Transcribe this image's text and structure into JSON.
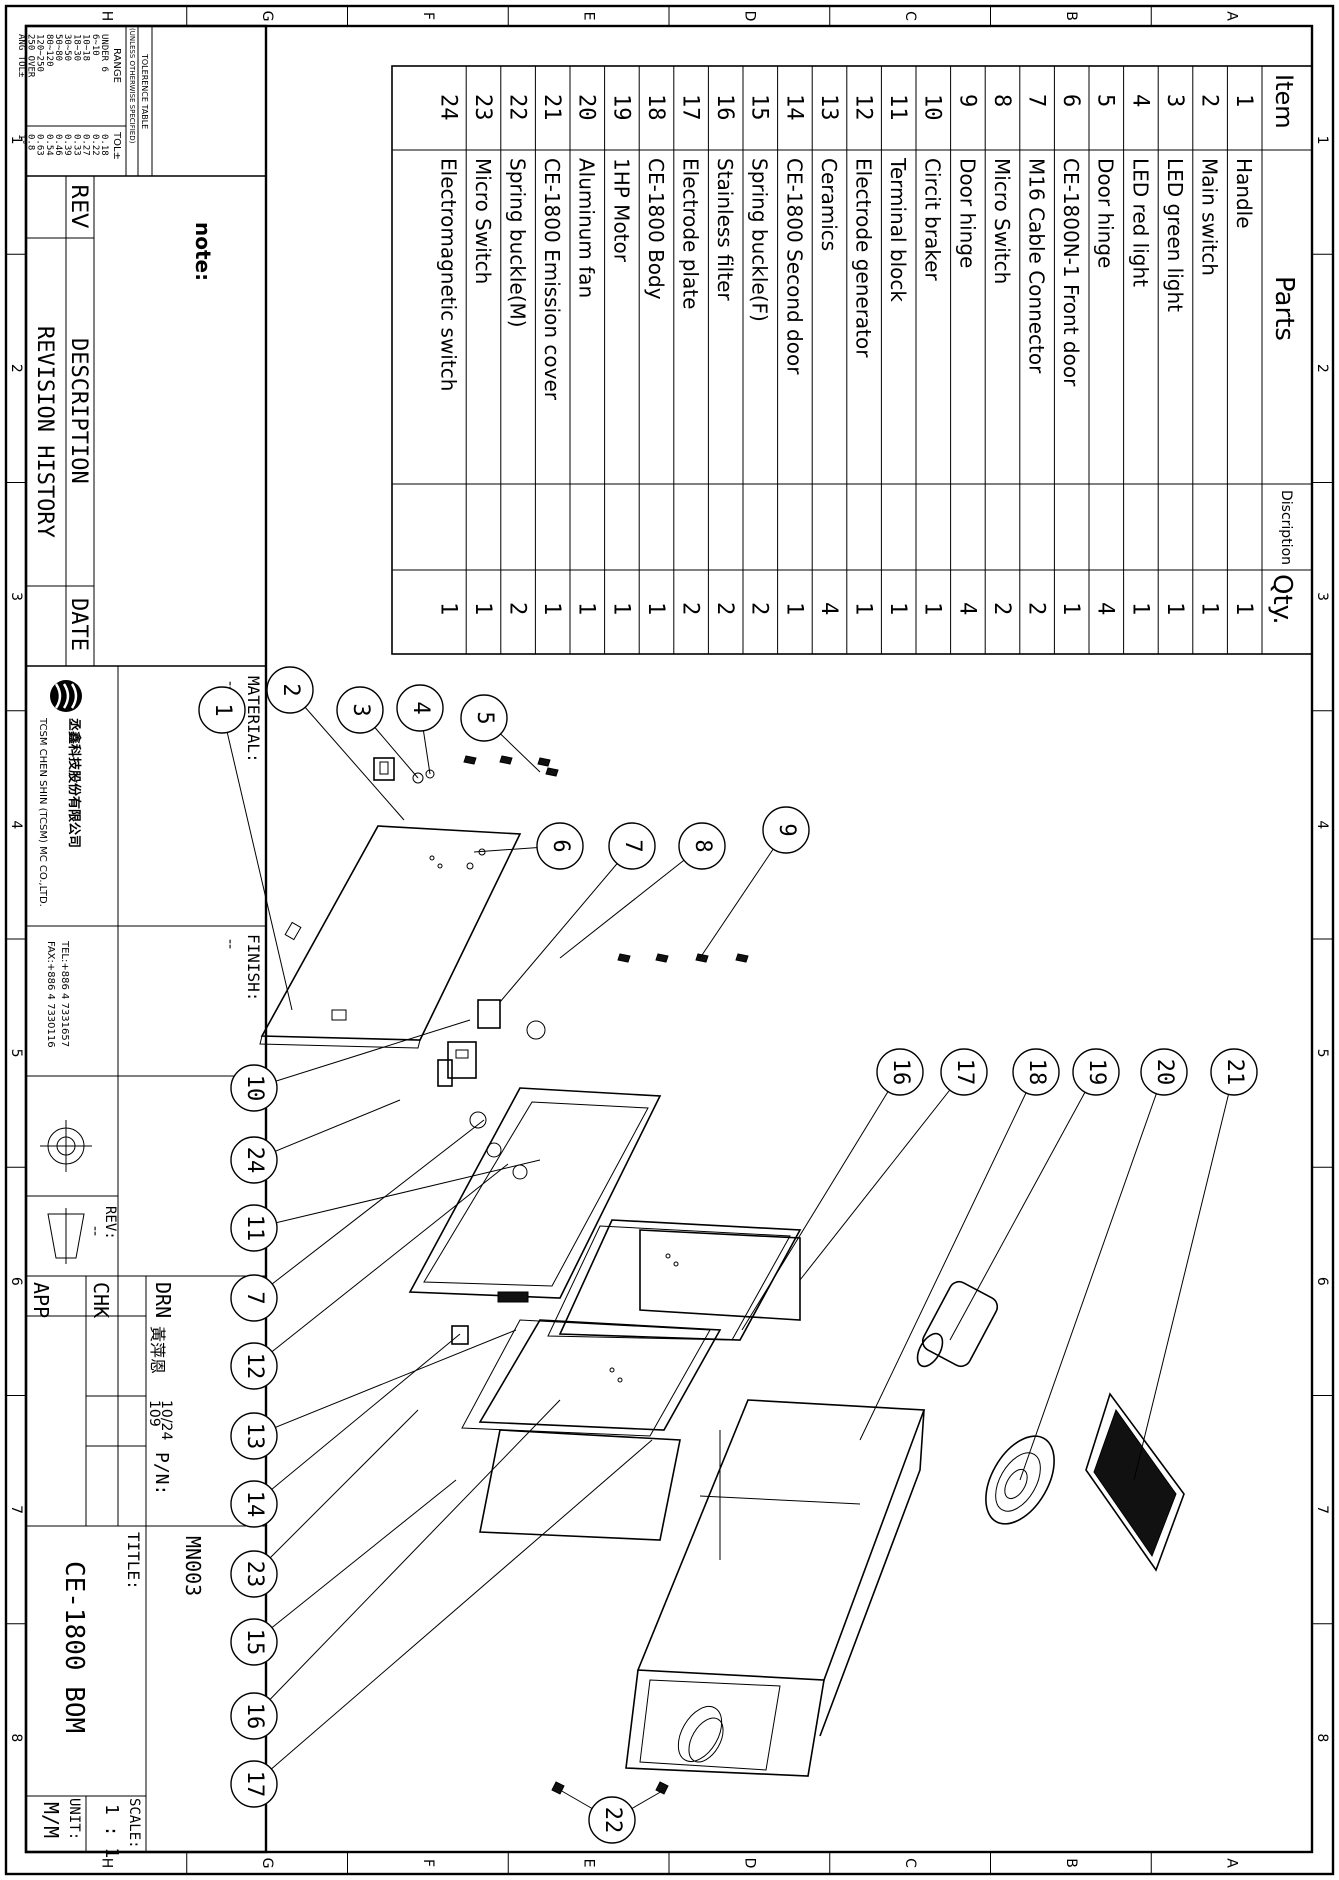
{
  "drawing": {
    "zone_cols": [
      "1",
      "2",
      "3",
      "4",
      "5",
      "6",
      "7",
      "8"
    ],
    "zone_rows": [
      "A",
      "B",
      "C",
      "D",
      "E",
      "F",
      "G",
      "H"
    ]
  },
  "bom": {
    "headers": {
      "item": "Item",
      "parts": "Parts",
      "description": "Discription",
      "qty": "Qty."
    },
    "rows": [
      {
        "item": "1",
        "part": "Handle",
        "desc": "",
        "qty": "1"
      },
      {
        "item": "2",
        "part": "Main switch",
        "desc": "",
        "qty": "1"
      },
      {
        "item": "3",
        "part": "LED green light",
        "desc": "",
        "qty": "1"
      },
      {
        "item": "4",
        "part": "LED red light",
        "desc": "",
        "qty": "1"
      },
      {
        "item": "5",
        "part": "Door hinge",
        "desc": "",
        "qty": "4"
      },
      {
        "item": "6",
        "part": "CE-1800N-1 Front door",
        "desc": "",
        "qty": "1"
      },
      {
        "item": "7",
        "part": "M16 Cable Connector",
        "desc": "",
        "qty": "2"
      },
      {
        "item": "8",
        "part": "Micro Switch",
        "desc": "",
        "qty": "2"
      },
      {
        "item": "9",
        "part": "Door hinge",
        "desc": "",
        "qty": "4"
      },
      {
        "item": "10",
        "part": "Circit braker",
        "desc": "",
        "qty": "1"
      },
      {
        "item": "11",
        "part": "Terminal block",
        "desc": "",
        "qty": "1"
      },
      {
        "item": "12",
        "part": "Electrode generator",
        "desc": "",
        "qty": "1"
      },
      {
        "item": "13",
        "part": "Ceramics",
        "desc": "",
        "qty": "4"
      },
      {
        "item": "14",
        "part": "CE-1800 Second door",
        "desc": "",
        "qty": "1"
      },
      {
        "item": "15",
        "part": "Spring buckle(F)",
        "desc": "",
        "qty": "2"
      },
      {
        "item": "16",
        "part": "Stainless filter",
        "desc": "",
        "qty": "2"
      },
      {
        "item": "17",
        "part": "Electrode plate",
        "desc": "",
        "qty": "2"
      },
      {
        "item": "18",
        "part": "CE-1800 Body",
        "desc": "",
        "qty": "1"
      },
      {
        "item": "19",
        "part": "1HP Motor",
        "desc": "",
        "qty": "1"
      },
      {
        "item": "20",
        "part": "Aluminum fan",
        "desc": "",
        "qty": "1"
      },
      {
        "item": "21",
        "part": "CE-1800 Emission cover",
        "desc": "",
        "qty": "1"
      },
      {
        "item": "22",
        "part": "Spring buckle(M)",
        "desc": "",
        "qty": "2"
      },
      {
        "item": "23",
        "part": "Micro Switch",
        "desc": "",
        "qty": "1"
      },
      {
        "item": "24",
        "part": "Electromagnetic switch",
        "desc": "",
        "qty": "1"
      }
    ]
  },
  "callouts": {
    "left": [
      "1",
      "2",
      "3",
      "4",
      "5"
    ],
    "left2": [
      "6",
      "7",
      "8",
      "9"
    ],
    "right_top": [
      "16",
      "17",
      "18",
      "19",
      "20",
      "21"
    ],
    "bottom": [
      "10",
      "24",
      "11",
      "7",
      "12",
      "13",
      "14",
      "23",
      "15",
      "16",
      "17"
    ],
    "end": "22"
  },
  "tolerance": {
    "title": "TOLERENCE TABLE",
    "subtitle": "(UNLESS OTHERWISE SPECIFIED)",
    "headers": [
      "RANGE",
      "TOL±"
    ],
    "rows": [
      [
        "UNDER 6",
        "0.18"
      ],
      [
        "6~10",
        "0.22"
      ],
      [
        "10~18",
        "0.27"
      ],
      [
        "18~30",
        "0.33"
      ],
      [
        "30~50",
        "0.39"
      ],
      [
        "50~80",
        "0.46"
      ],
      [
        "80~120",
        "0.54"
      ],
      [
        "120~250",
        "0.63"
      ],
      [
        "250 OVER",
        "0.8"
      ],
      [
        "ANG TOL±",
        "1°"
      ]
    ]
  },
  "title_block": {
    "note_label": "note:",
    "rev_label": "REV",
    "description_label": "DESCRIPTION",
    "date_label": "DATE",
    "revision_history": "REVISION HISTORY",
    "material_label": "MATERIAL:",
    "material_value": "--",
    "finish_label": "FINISH:",
    "finish_value": "--",
    "rev2_label": "REV:",
    "rev2_value": "--",
    "company_cn": "丞鑫科技股份有限公司",
    "company_en": "TCSM CHEN SHIN (TCSM) MC CO.,LTD.",
    "tel": "TEL:+886 4 7331657",
    "fax": "FAX:+886 4 7330116",
    "drn_label": "DRN",
    "drn_value": "黃萍恩",
    "chk_label": "CHK",
    "app_label": "APP",
    "date_value": "10/24",
    "date_value2": "109",
    "pn_label": "P/N:",
    "pn_value": "MN003",
    "title_label": "TITLE:",
    "title_value": "CE-1800 BOM",
    "scale_label": "SCALE:",
    "scale_value": "1 : 1",
    "unit_label": "UNIT:",
    "unit_value": "M/M"
  }
}
